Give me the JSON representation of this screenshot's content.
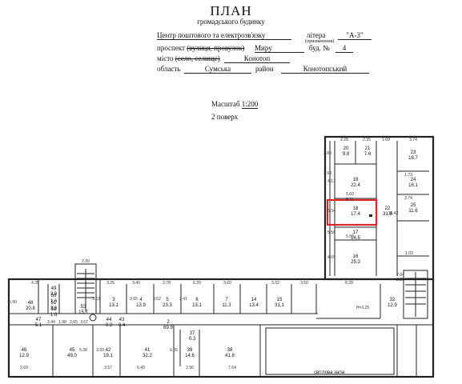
{
  "header": {
    "title": "ПЛАН",
    "subtitle": "громадського будинку",
    "owner_value": "Центр поштового та електрозв'язку",
    "litera_label": "літера",
    "litera_sub": "(призначення)",
    "litera_value": "\"А-3\"",
    "street_label_a": "проспект",
    "street_label_b": "(вулиця, провулок)",
    "street_value": "Миру",
    "house_label": "буд. №",
    "house_value": "4",
    "city_label_a": "місто",
    "city_label_b": "(село, селище)",
    "city_value": "Конотоп",
    "region_label": "область",
    "region_value": "Сумська",
    "district_label": "район",
    "district_value": "Конотопський"
  },
  "scale": {
    "label": "Масштаб",
    "value": "1:200"
  },
  "floor": "2 поверх",
  "plan": {
    "rooms": [
      {
        "no": "20",
        "area": "9.8"
      },
      {
        "no": "21",
        "area": "7.6"
      },
      {
        "no": "19",
        "area": "22.4"
      },
      {
        "no": "18",
        "area": "17.4"
      },
      {
        "no": "17",
        "area": "14.5"
      },
      {
        "no": "16",
        "area": "25.3"
      },
      {
        "no": "22",
        "area": "31.8"
      },
      {
        "no": "23",
        "area": "16.7"
      },
      {
        "no": "24",
        "area": "16.1"
      },
      {
        "no": "25",
        "area": "11.6"
      },
      {
        "no": "48",
        "area": "20.8"
      },
      {
        "no": "49",
        "area": "3.8"
      },
      {
        "no": "50",
        "area": "1.6"
      },
      {
        "no": "51",
        "area": "3.8"
      },
      {
        "no": "52",
        "area": "1.6"
      },
      {
        "no": "53",
        "area": "15.7"
      },
      {
        "no": "3",
        "area": "13.1"
      },
      {
        "no": "4",
        "area": "13.9"
      },
      {
        "no": "5",
        "area": "23.3"
      },
      {
        "no": "6",
        "area": "13.1"
      },
      {
        "no": "7",
        "area": "11.3"
      },
      {
        "no": "14",
        "area": "13.4"
      },
      {
        "no": "15",
        "area": "31.1"
      },
      {
        "no": "32",
        "area": "12.9"
      },
      {
        "no": "2",
        "area": "69.9"
      },
      {
        "no": "47",
        "area": "5.1"
      },
      {
        "no": "44",
        "area": "0.2"
      },
      {
        "no": "43",
        "area": "0.4"
      },
      {
        "no": "46",
        "area": "12.9"
      },
      {
        "no": "45",
        "area": "49.0"
      },
      {
        "no": "42",
        "area": "19.1"
      },
      {
        "no": "41",
        "area": "32.2"
      },
      {
        "no": "39",
        "area": "14.6"
      },
      {
        "no": "38",
        "area": "41.8"
      },
      {
        "no": "37",
        "area": "0.3"
      }
    ],
    "dims": [
      "2.28",
      "2.35",
      "3.74",
      "1.69",
      "2.88",
      "2.98",
      "4.17",
      "5.60",
      "5.71",
      "5.34",
      "5.58",
      "5.59",
      "4.69",
      "1.73",
      "3.74",
      "15.42",
      "1.03",
      "2.64",
      "2.50",
      "4.35",
      "3.25",
      "3.40",
      "3.78",
      "6.39",
      "3.60",
      "3.32",
      "3.50",
      "8.28",
      "5.90",
      "3.53",
      "3.65",
      "3.52",
      "2.41",
      "3.44",
      "3.67",
      "3.57",
      "6.40",
      "2.96",
      "7.64",
      "1.98",
      "2.65",
      "2.69",
      "5.38",
      "3.93",
      "6.05"
    ],
    "sample_dims": {
      "w": "2.30",
      "h": "H=3.25"
    },
    "hall_label": "світлова зала"
  }
}
